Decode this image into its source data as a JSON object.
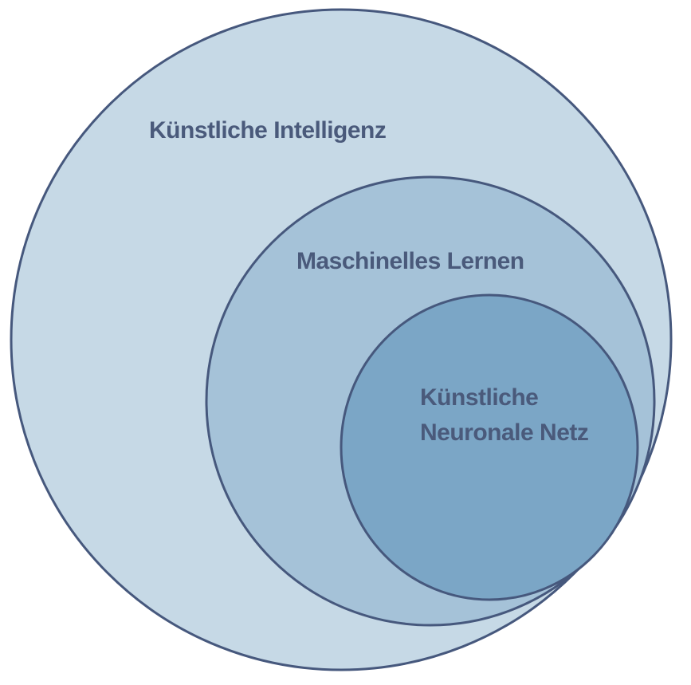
{
  "colors": {
    "outline": "#46587d",
    "outer_fill": "#c6d9e6",
    "middle_fill": "#a5c2d8",
    "inner_fill": "#7ba6c6",
    "text": "#4a5a7b"
  },
  "circles": {
    "outer": {
      "label": "Künstliche Intelligenz"
    },
    "middle": {
      "label": "Maschinelles Lernen"
    },
    "inner": {
      "label_line1": "Künstliche",
      "label_line2": "Neuronale Netz"
    }
  }
}
